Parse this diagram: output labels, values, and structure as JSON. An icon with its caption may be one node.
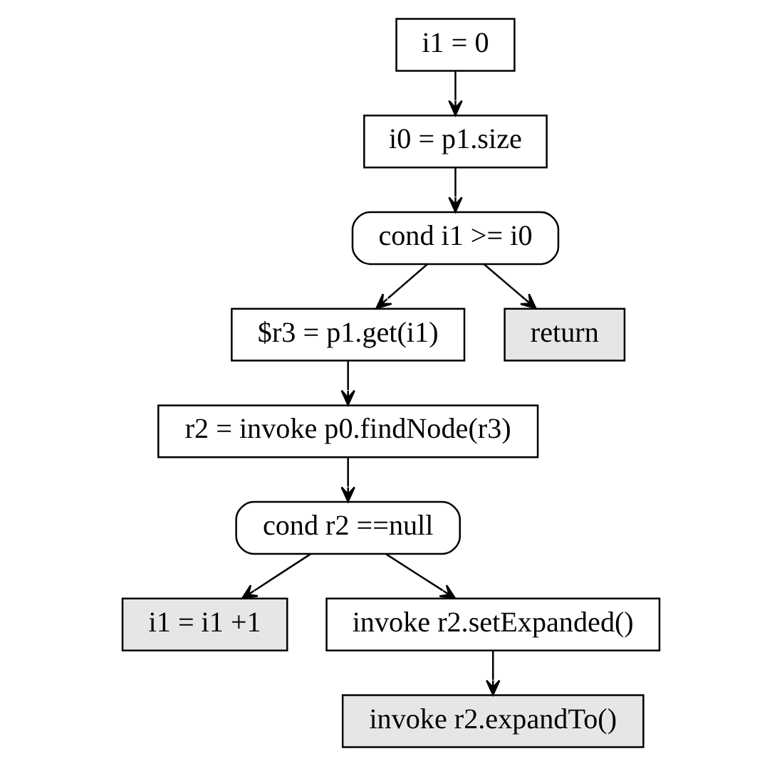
{
  "diagram": {
    "nodes": [
      {
        "text": [
          "i1 = 0"
        ]
      },
      {
        "text": [
          "i0 = p1.size"
        ]
      },
      {
        "text": [
          "cond i1 >= i0"
        ]
      },
      {
        "text": [
          "$r3 = p1.get(i1)"
        ]
      },
      {
        "text": [
          "return"
        ]
      },
      {
        "text": [
          "r2 = invoke p0.findNode(r3)"
        ]
      },
      {
        "text": [
          "cond r2 ==null"
        ]
      },
      {
        "text": [
          "i1 = i1 +1"
        ]
      },
      {
        "text": [
          "invoke r2.setExpanded()"
        ]
      },
      {
        "text": [
          "invoke r2.expandTo()"
        ]
      }
    ],
    "edges": [
      {
        "from": 0,
        "to": 1,
        "arrow": "to"
      },
      {
        "from": 1,
        "to": 2,
        "arrow": "to"
      },
      {
        "from": 2,
        "to": 3,
        "arrow": "to"
      },
      {
        "from": 2,
        "to": 4,
        "arrow": "to"
      },
      {
        "from": 3,
        "to": 5,
        "arrow": "to"
      },
      {
        "from": 5,
        "to": 6,
        "arrow": "to"
      },
      {
        "from": 6,
        "to": 7,
        "arrow": "to"
      },
      {
        "from": 6,
        "to": 8,
        "arrow": "to"
      },
      {
        "from": 8,
        "to": 9,
        "arrow": "to"
      }
    ]
  }
}
